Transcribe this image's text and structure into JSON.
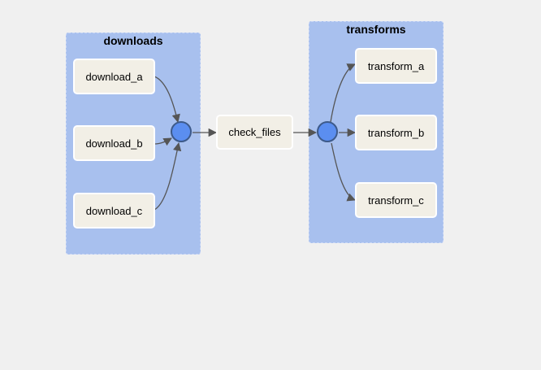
{
  "groups": {
    "downloads": {
      "title": "downloads"
    },
    "transforms": {
      "title": "transforms"
    }
  },
  "nodes": {
    "download_a": "download_a",
    "download_b": "download_b",
    "download_c": "download_c",
    "check_files": "check_files",
    "transform_a": "transform_a",
    "transform_b": "transform_b",
    "transform_c": "transform_c"
  },
  "colors": {
    "background": "#f0f0f0",
    "group_fill": "#a8c0ee",
    "node_fill": "#f2efe6",
    "join_fill": "#5b8ef0",
    "edge": "#555555"
  },
  "edges": [
    [
      "download_a",
      "downloads-join"
    ],
    [
      "download_b",
      "downloads-join"
    ],
    [
      "download_c",
      "downloads-join"
    ],
    [
      "downloads-join",
      "check_files"
    ],
    [
      "check_files",
      "transforms-join"
    ],
    [
      "transforms-join",
      "transform_a"
    ],
    [
      "transforms-join",
      "transform_b"
    ],
    [
      "transforms-join",
      "transform_c"
    ]
  ]
}
